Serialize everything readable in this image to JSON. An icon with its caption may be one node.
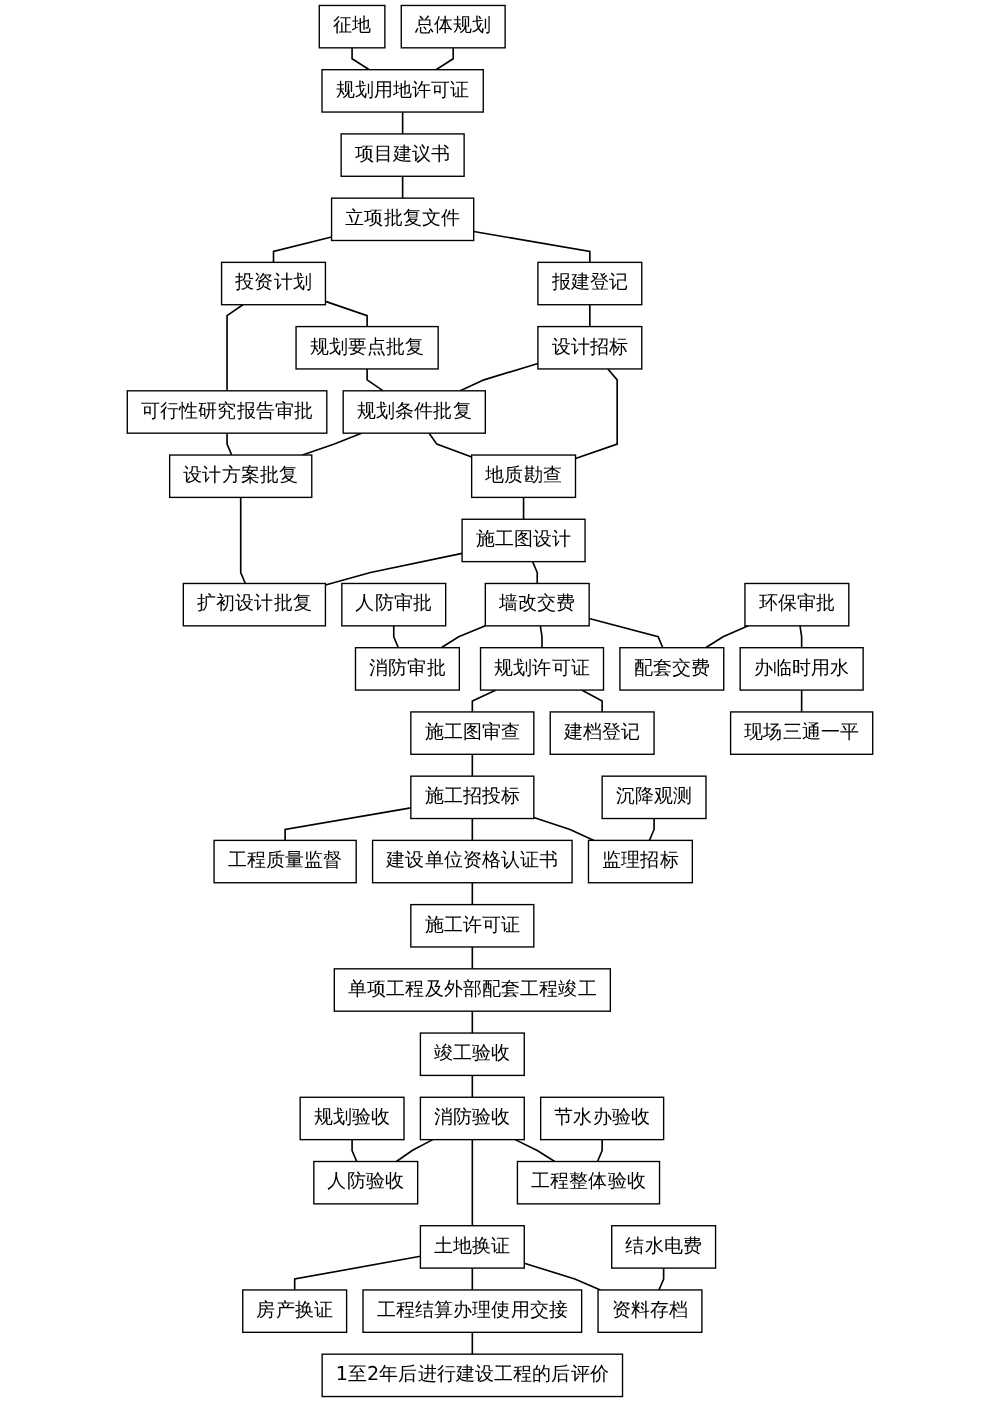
{
  "diagram": {
    "nodes": [
      {
        "text": [
          "征地"
        ]
      },
      {
        "text": [
          "规划用地许可证"
        ]
      },
      {
        "text": [
          "总体规划"
        ]
      },
      {
        "text": [
          "项目建议书"
        ]
      },
      {
        "text": [
          "立项批复文件"
        ]
      },
      {
        "text": [
          "报建登记"
        ]
      },
      {
        "text": [
          "可行性研究报告审批"
        ]
      },
      {
        "text": [
          "投资计划"
        ]
      },
      {
        "text": [
          "规划要点批复"
        ]
      },
      {
        "text": [
          "设计方案批复"
        ]
      },
      {
        "text": [
          "规划条件批复"
        ]
      },
      {
        "text": [
          "设计招标"
        ]
      },
      {
        "text": [
          "地质勘查"
        ]
      },
      {
        "text": [
          "扩初设计批复"
        ]
      },
      {
        "text": [
          "施工图设计"
        ]
      },
      {
        "text": [
          "人防审批"
        ]
      },
      {
        "text": [
          "消防审批"
        ]
      },
      {
        "text": [
          "墙改交费"
        ]
      },
      {
        "text": [
          "配套交费"
        ]
      },
      {
        "text": [
          "环保审批"
        ]
      },
      {
        "text": [
          "办临时用水"
        ]
      },
      {
        "text": [
          "规划许可证"
        ]
      },
      {
        "text": [
          "建档登记"
        ]
      },
      {
        "text": [
          "现场三通一平"
        ]
      },
      {
        "text": [
          "施工图审查"
        ]
      },
      {
        "text": [
          "工程质量监督"
        ]
      },
      {
        "text": [
          "施工招投标"
        ]
      },
      {
        "text": [
          "监理招标"
        ]
      },
      {
        "text": [
          "沉降观测"
        ]
      },
      {
        "text": [
          "建设单位资格认证书"
        ]
      },
      {
        "text": [
          "施工许可证"
        ]
      },
      {
        "text": [
          "单项工程及外部配套工程竣工"
        ]
      },
      {
        "text": [
          "竣工验收"
        ]
      },
      {
        "text": [
          "规划验收"
        ]
      },
      {
        "text": [
          "人防验收"
        ]
      },
      {
        "text": [
          "消防验收"
        ]
      },
      {
        "text": [
          "工程整体验收"
        ]
      },
      {
        "text": [
          "节水办验收"
        ]
      },
      {
        "text": [
          "房产换证"
        ]
      },
      {
        "text": [
          "土地换证"
        ]
      },
      {
        "text": [
          "资料存档"
        ]
      },
      {
        "text": [
          "结水电费"
        ]
      },
      {
        "text": [
          "工程结算办理使用交接"
        ]
      },
      {
        "text": [
          "1至2年后进行建设工程的后评价"
        ]
      }
    ],
    "edges": [
      {
        "from": 0,
        "to": 1,
        "arrow": "none"
      },
      {
        "from": 2,
        "to": 1,
        "arrow": "none"
      },
      {
        "from": 1,
        "to": 3,
        "arrow": "none"
      },
      {
        "from": 3,
        "to": 4,
        "arrow": "none"
      },
      {
        "from": 4,
        "to": 7,
        "arrow": "none"
      },
      {
        "from": 4,
        "to": 5,
        "arrow": "none"
      },
      {
        "from": 7,
        "to": 6,
        "arrow": "none"
      },
      {
        "from": 7,
        "to": 8,
        "arrow": "none"
      },
      {
        "from": 5,
        "to": 11,
        "arrow": "none"
      },
      {
        "from": 6,
        "to": 9,
        "arrow": "none"
      },
      {
        "from": 8,
        "to": 10,
        "arrow": "none"
      },
      {
        "from": 10,
        "to": 9,
        "arrow": "none"
      },
      {
        "from": 11,
        "to": 10,
        "arrow": "none"
      },
      {
        "from": 10,
        "to": 12,
        "arrow": "none"
      },
      {
        "from": 11,
        "to": 12,
        "arrow": "none"
      },
      {
        "from": 9,
        "to": 13,
        "arrow": "none"
      },
      {
        "from": 12,
        "to": 14,
        "arrow": "none"
      },
      {
        "from": 14,
        "to": 13,
        "arrow": "none"
      },
      {
        "from": 14,
        "to": 17,
        "arrow": "none"
      },
      {
        "from": 15,
        "to": 16,
        "arrow": "none"
      },
      {
        "from": 17,
        "to": 16,
        "arrow": "none"
      },
      {
        "from": 17,
        "to": 21,
        "arrow": "none"
      },
      {
        "from": 17,
        "to": 18,
        "arrow": "none"
      },
      {
        "from": 19,
        "to": 18,
        "arrow": "none"
      },
      {
        "from": 19,
        "to": 20,
        "arrow": "none"
      },
      {
        "from": 20,
        "to": 23,
        "arrow": "none"
      },
      {
        "from": 21,
        "to": 24,
        "arrow": "none"
      },
      {
        "from": 21,
        "to": 22,
        "arrow": "none"
      },
      {
        "from": 24,
        "to": 26,
        "arrow": "none"
      },
      {
        "from": 26,
        "to": 25,
        "arrow": "none"
      },
      {
        "from": 26,
        "to": 29,
        "arrow": "none"
      },
      {
        "from": 26,
        "to": 27,
        "arrow": "none"
      },
      {
        "from": 28,
        "to": 27,
        "arrow": "none"
      },
      {
        "from": 29,
        "to": 30,
        "arrow": "none"
      },
      {
        "from": 30,
        "to": 31,
        "arrow": "none"
      },
      {
        "from": 31,
        "to": 32,
        "arrow": "none"
      },
      {
        "from": 32,
        "to": 35,
        "arrow": "none"
      },
      {
        "from": 33,
        "to": 34,
        "arrow": "none"
      },
      {
        "from": 35,
        "to": 34,
        "arrow": "none"
      },
      {
        "from": 35,
        "to": 39,
        "arrow": "none"
      },
      {
        "from": 35,
        "to": 36,
        "arrow": "none"
      },
      {
        "from": 37,
        "to": 36,
        "arrow": "none"
      },
      {
        "from": 39,
        "to": 38,
        "arrow": "none"
      },
      {
        "from": 39,
        "to": 42,
        "arrow": "none"
      },
      {
        "from": 39,
        "to": 40,
        "arrow": "none"
      },
      {
        "from": 41,
        "to": 40,
        "arrow": "none"
      },
      {
        "from": 42,
        "to": 43,
        "arrow": "none"
      }
    ]
  }
}
